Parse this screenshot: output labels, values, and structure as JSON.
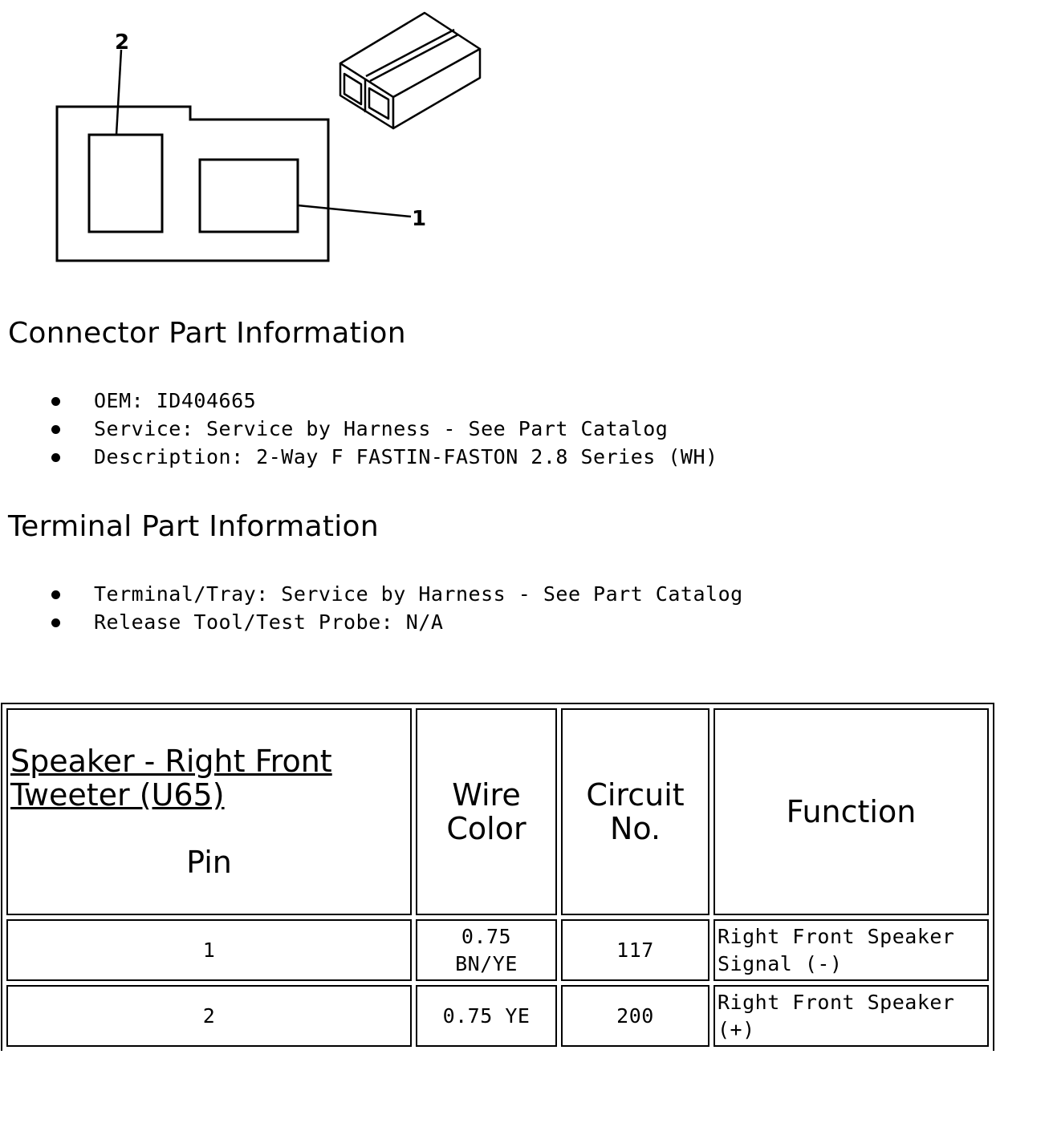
{
  "diagram": {
    "callouts": [
      "1",
      "2"
    ]
  },
  "connector_section": {
    "heading": "Connector Part Information",
    "items": [
      "OEM: ID404665",
      "Service: Service by Harness - See Part Catalog",
      "Description: 2-Way F FASTIN-FASTON 2.8 Series (WH)"
    ]
  },
  "terminal_section": {
    "heading": "Terminal Part Information",
    "items": [
      "Terminal/Tray: Service by Harness - See Part Catalog",
      "Release Tool/Test Probe: N/A"
    ]
  },
  "pin_table": {
    "title_line1": "Speaker - Right Front",
    "title_line2": "Tweeter (U65)",
    "col_pin": "Pin",
    "col_wire_line1": "Wire",
    "col_wire_line2": "Color",
    "col_circuit_line1": "Circuit",
    "col_circuit_line2": "No.",
    "col_function": "Function",
    "rows": [
      {
        "pin": "1",
        "wire_line1": "0.75",
        "wire_line2": "BN/YE",
        "circuit": "117",
        "function_line1": "Right Front Speaker",
        "function_line2": "Signal (-)"
      },
      {
        "pin": "2",
        "wire_line1": "0.75 YE",
        "wire_line2": "",
        "circuit": "200",
        "function_line1": "Right Front Speaker",
        "function_line2": "(+)"
      }
    ]
  }
}
